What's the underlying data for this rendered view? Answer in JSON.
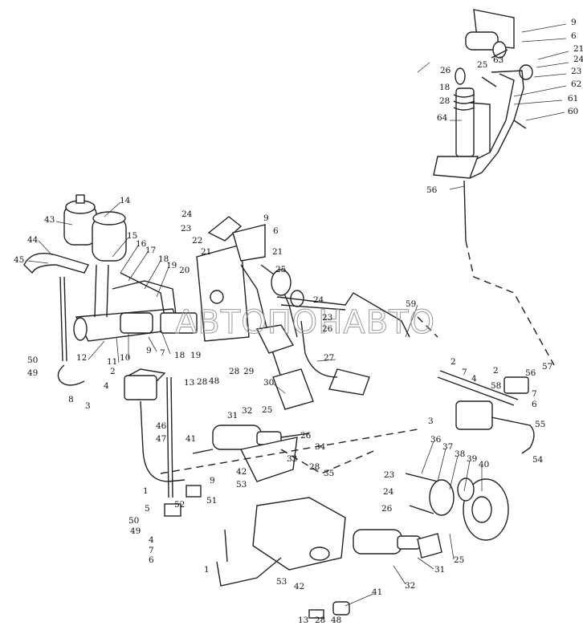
{
  "watermark": "АВТОПОНАВТО",
  "callouts": [
    "9",
    "6",
    "21",
    "24",
    "23",
    "62",
    "61",
    "60",
    "63",
    "25",
    "26",
    "18",
    "28",
    "64",
    "56",
    "14",
    "43",
    "44",
    "45",
    "15",
    "16",
    "17",
    "18",
    "19",
    "12",
    "11",
    "10",
    "9",
    "7",
    "2",
    "4",
    "3",
    "8",
    "50",
    "49",
    "18",
    "19",
    "24",
    "23",
    "22",
    "21",
    "20",
    "9",
    "6",
    "21",
    "25",
    "24",
    "23",
    "26",
    "59",
    "28",
    "29",
    "27",
    "30",
    "13",
    "28",
    "48",
    "32",
    "25",
    "31",
    "41",
    "46",
    "47",
    "34",
    "26",
    "33",
    "42",
    "53",
    "9",
    "51",
    "52",
    "5",
    "50",
    "49",
    "1",
    "4",
    "7",
    "6",
    "28",
    "35",
    "1",
    "53",
    "42",
    "13",
    "28",
    "48",
    "41",
    "32",
    "31",
    "25",
    "26",
    "24",
    "23",
    "36",
    "37",
    "38",
    "39",
    "40",
    "2",
    "7",
    "4",
    "3",
    "2",
    "57",
    "58",
    "56",
    "7",
    "6",
    "55",
    "54"
  ]
}
